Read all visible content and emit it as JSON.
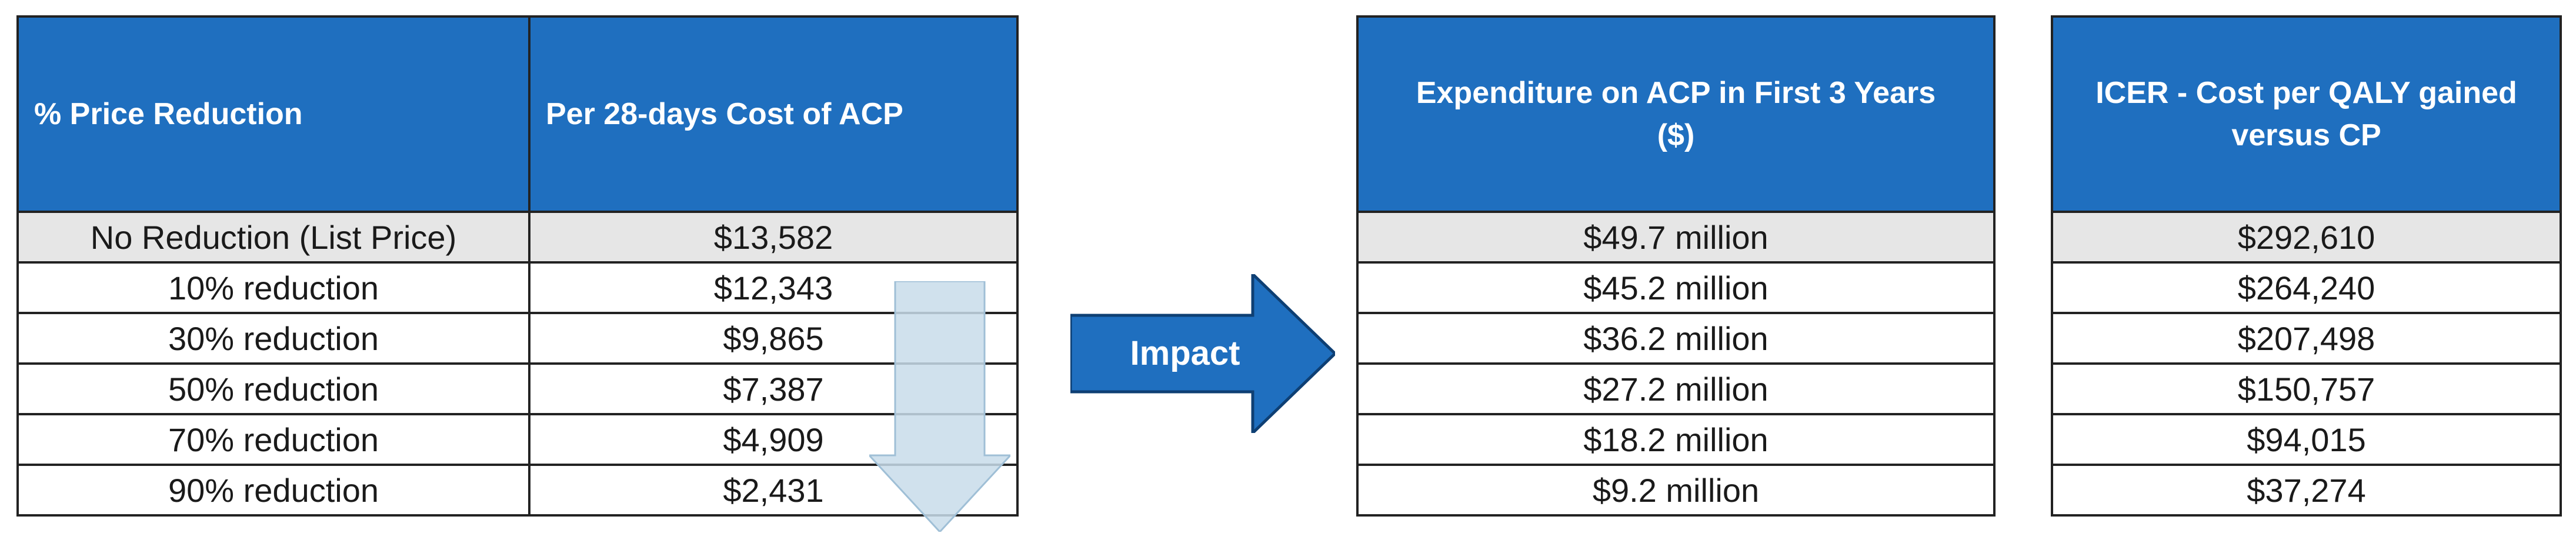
{
  "price_table": {
    "headers": [
      "% Price Reduction",
      "Per 28-days Cost of ACP"
    ],
    "rows": [
      {
        "reduction": "No Reduction (List Price)",
        "cost": "$13,582"
      },
      {
        "reduction": "10% reduction",
        "cost": "$12,343"
      },
      {
        "reduction": "30% reduction",
        "cost": "$9,865"
      },
      {
        "reduction": "50% reduction",
        "cost": "$7,387"
      },
      {
        "reduction": "70% reduction",
        "cost": "$4,909"
      },
      {
        "reduction": "90% reduction",
        "cost": "$2,431"
      }
    ]
  },
  "impact_label": "Impact",
  "expenditure_table": {
    "header_line1": "Expenditure on ACP in First 3 Years",
    "header_line2": "($)",
    "rows": [
      "$49.7 million",
      "$45.2 million",
      "$36.2 million",
      "$27.2 million",
      "$18.2 million",
      "$9.2 million"
    ]
  },
  "icer_table": {
    "header_line1": "ICER - Cost per QALY gained",
    "header_line2": "versus CP",
    "rows": [
      "$292,610",
      "$264,240",
      "$207,498",
      "$150,757",
      "$94,015",
      "$37,274"
    ]
  },
  "colors": {
    "header_blue": "#1f6fbf",
    "shaded_row": "#e6e6e6",
    "impact_arrow": "#1f6fbf",
    "down_arrow_fill": "#c8dcea"
  }
}
